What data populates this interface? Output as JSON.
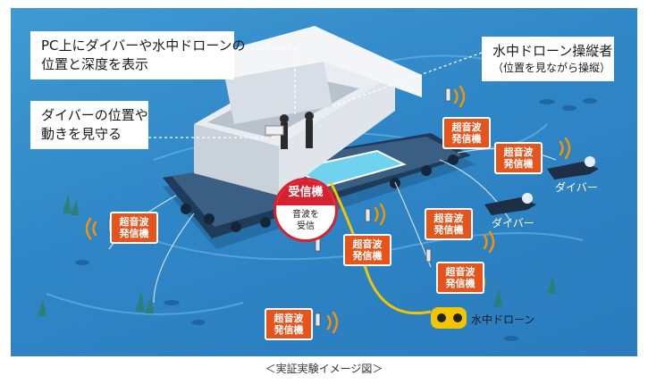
{
  "callouts": {
    "display_pc": [
      "PC上にダイバーや水中ドローンの",
      "位置と深度を表示"
    ],
    "watch_diver": [
      "ダイバーの位置や",
      "動きを見守る"
    ],
    "operator_title": "水中ドローン操縦者",
    "operator_note": "（位置を見ながら操縦）"
  },
  "transmitter_label": [
    "超音波",
    "発信機"
  ],
  "receiver": {
    "title": "受信機",
    "desc": [
      "音波を",
      "受信"
    ]
  },
  "labels": {
    "diver": "ダイバー",
    "drone": "水中ドローン"
  },
  "caption": "＜実証実験イメージ図＞",
  "colors": {
    "sea": "#2f86c6",
    "transmitter_badge": "#e6541c",
    "receiver_accent": "#d8212f",
    "cable": "#f2c500"
  }
}
